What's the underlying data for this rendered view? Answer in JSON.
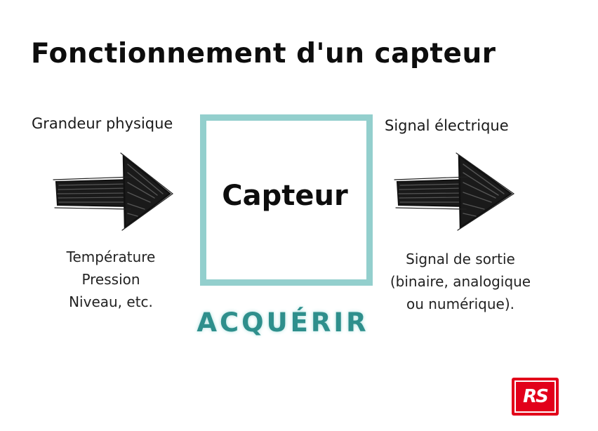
{
  "title": "Fonctionnement d'un capteur",
  "input": {
    "label": "Grandeur physique",
    "examples": [
      "Température",
      "Pression",
      "Niveau, etc."
    ]
  },
  "sensor": {
    "label": "Capteur",
    "border_color": "#93cfcd"
  },
  "output": {
    "label": "Signal électrique",
    "examples": [
      "Signal de sortie",
      "(binaire, analogique",
      "ou numérique)."
    ]
  },
  "function_label": "ACQUÉRIR",
  "function_color": "#2e8f8c",
  "logo": {
    "text": "RS",
    "color": "#e2001a"
  },
  "arrow_icon": "hand-drawn-right-arrow-icon"
}
